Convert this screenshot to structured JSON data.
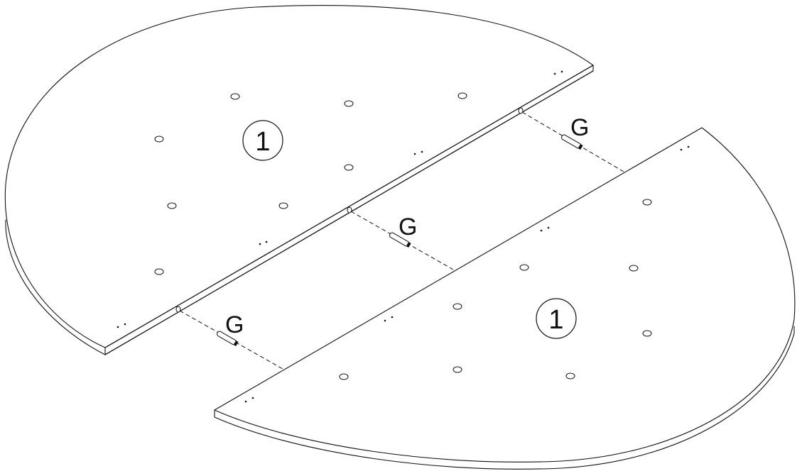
{
  "parts": [
    {
      "number": "1",
      "description_key": "left-half"
    },
    {
      "number": "1",
      "description_key": "right-half"
    }
  ],
  "dowels": [
    {
      "label": "G"
    },
    {
      "label": "G"
    },
    {
      "label": "G"
    }
  ],
  "colors": {
    "line": "#111111",
    "background": "#ffffff"
  }
}
